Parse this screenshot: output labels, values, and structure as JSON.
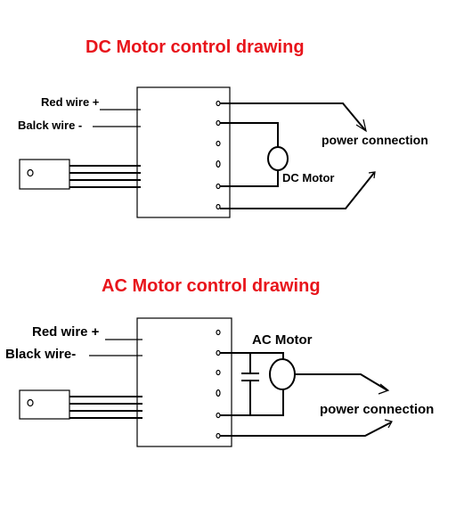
{
  "dc_section": {
    "title": "DC Motor control drawing",
    "red_wire_label": "Red wire +",
    "black_wire_label": "Balck wire -",
    "motor_label": "DC Motor",
    "power_label": "power connection"
  },
  "ac_section": {
    "title": "AC Motor control drawing",
    "red_wire_label": "Red wire +",
    "black_wire_label": "Black wire-",
    "motor_label": "AC Motor",
    "power_label": "power connection"
  },
  "colors": {
    "title": "#e8141b",
    "line": "#000000",
    "background": "#ffffff"
  }
}
